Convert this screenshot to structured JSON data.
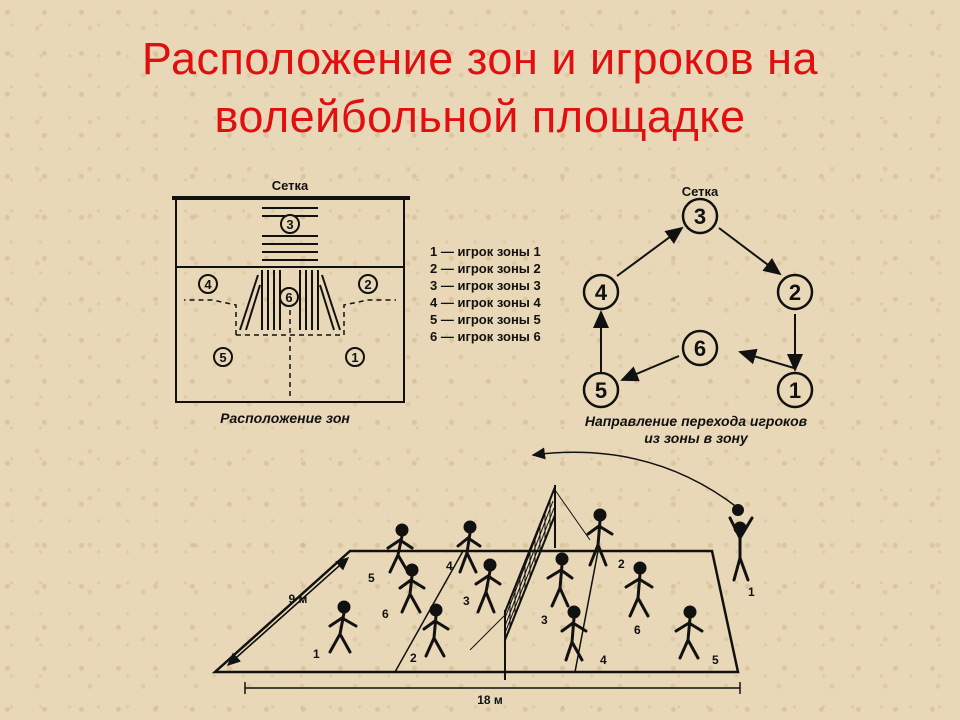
{
  "title": {
    "line1": "Расположение зон и игроков на",
    "line2": "волейбольной площадке"
  },
  "zones_diagram": {
    "net_label": "Сетка",
    "caption": "Расположение зон",
    "zone_numbers": [
      "1",
      "2",
      "3",
      "4",
      "5",
      "6"
    ]
  },
  "legend": [
    "1 — игрок зоны 1",
    "2 — игрок зоны 2",
    "3 — игрок зоны 3",
    "4 — игрок зоны 4",
    "5 — игрок зоны 5",
    "6 — игрок зоны 6"
  ],
  "rotation_diagram": {
    "net_label": "Сетка",
    "caption_line1": "Направление перехода игроков",
    "caption_line2": "из зоны в зону",
    "order": [
      "1",
      "6",
      "5",
      "4",
      "3",
      "2"
    ]
  },
  "court_illustration": {
    "width_label": "9 м",
    "length_label": "18 м",
    "left_team_numbers": [
      "1",
      "2",
      "3",
      "4",
      "5",
      "6"
    ],
    "right_team_numbers": [
      "1",
      "2",
      "3",
      "4",
      "5",
      "6"
    ]
  }
}
